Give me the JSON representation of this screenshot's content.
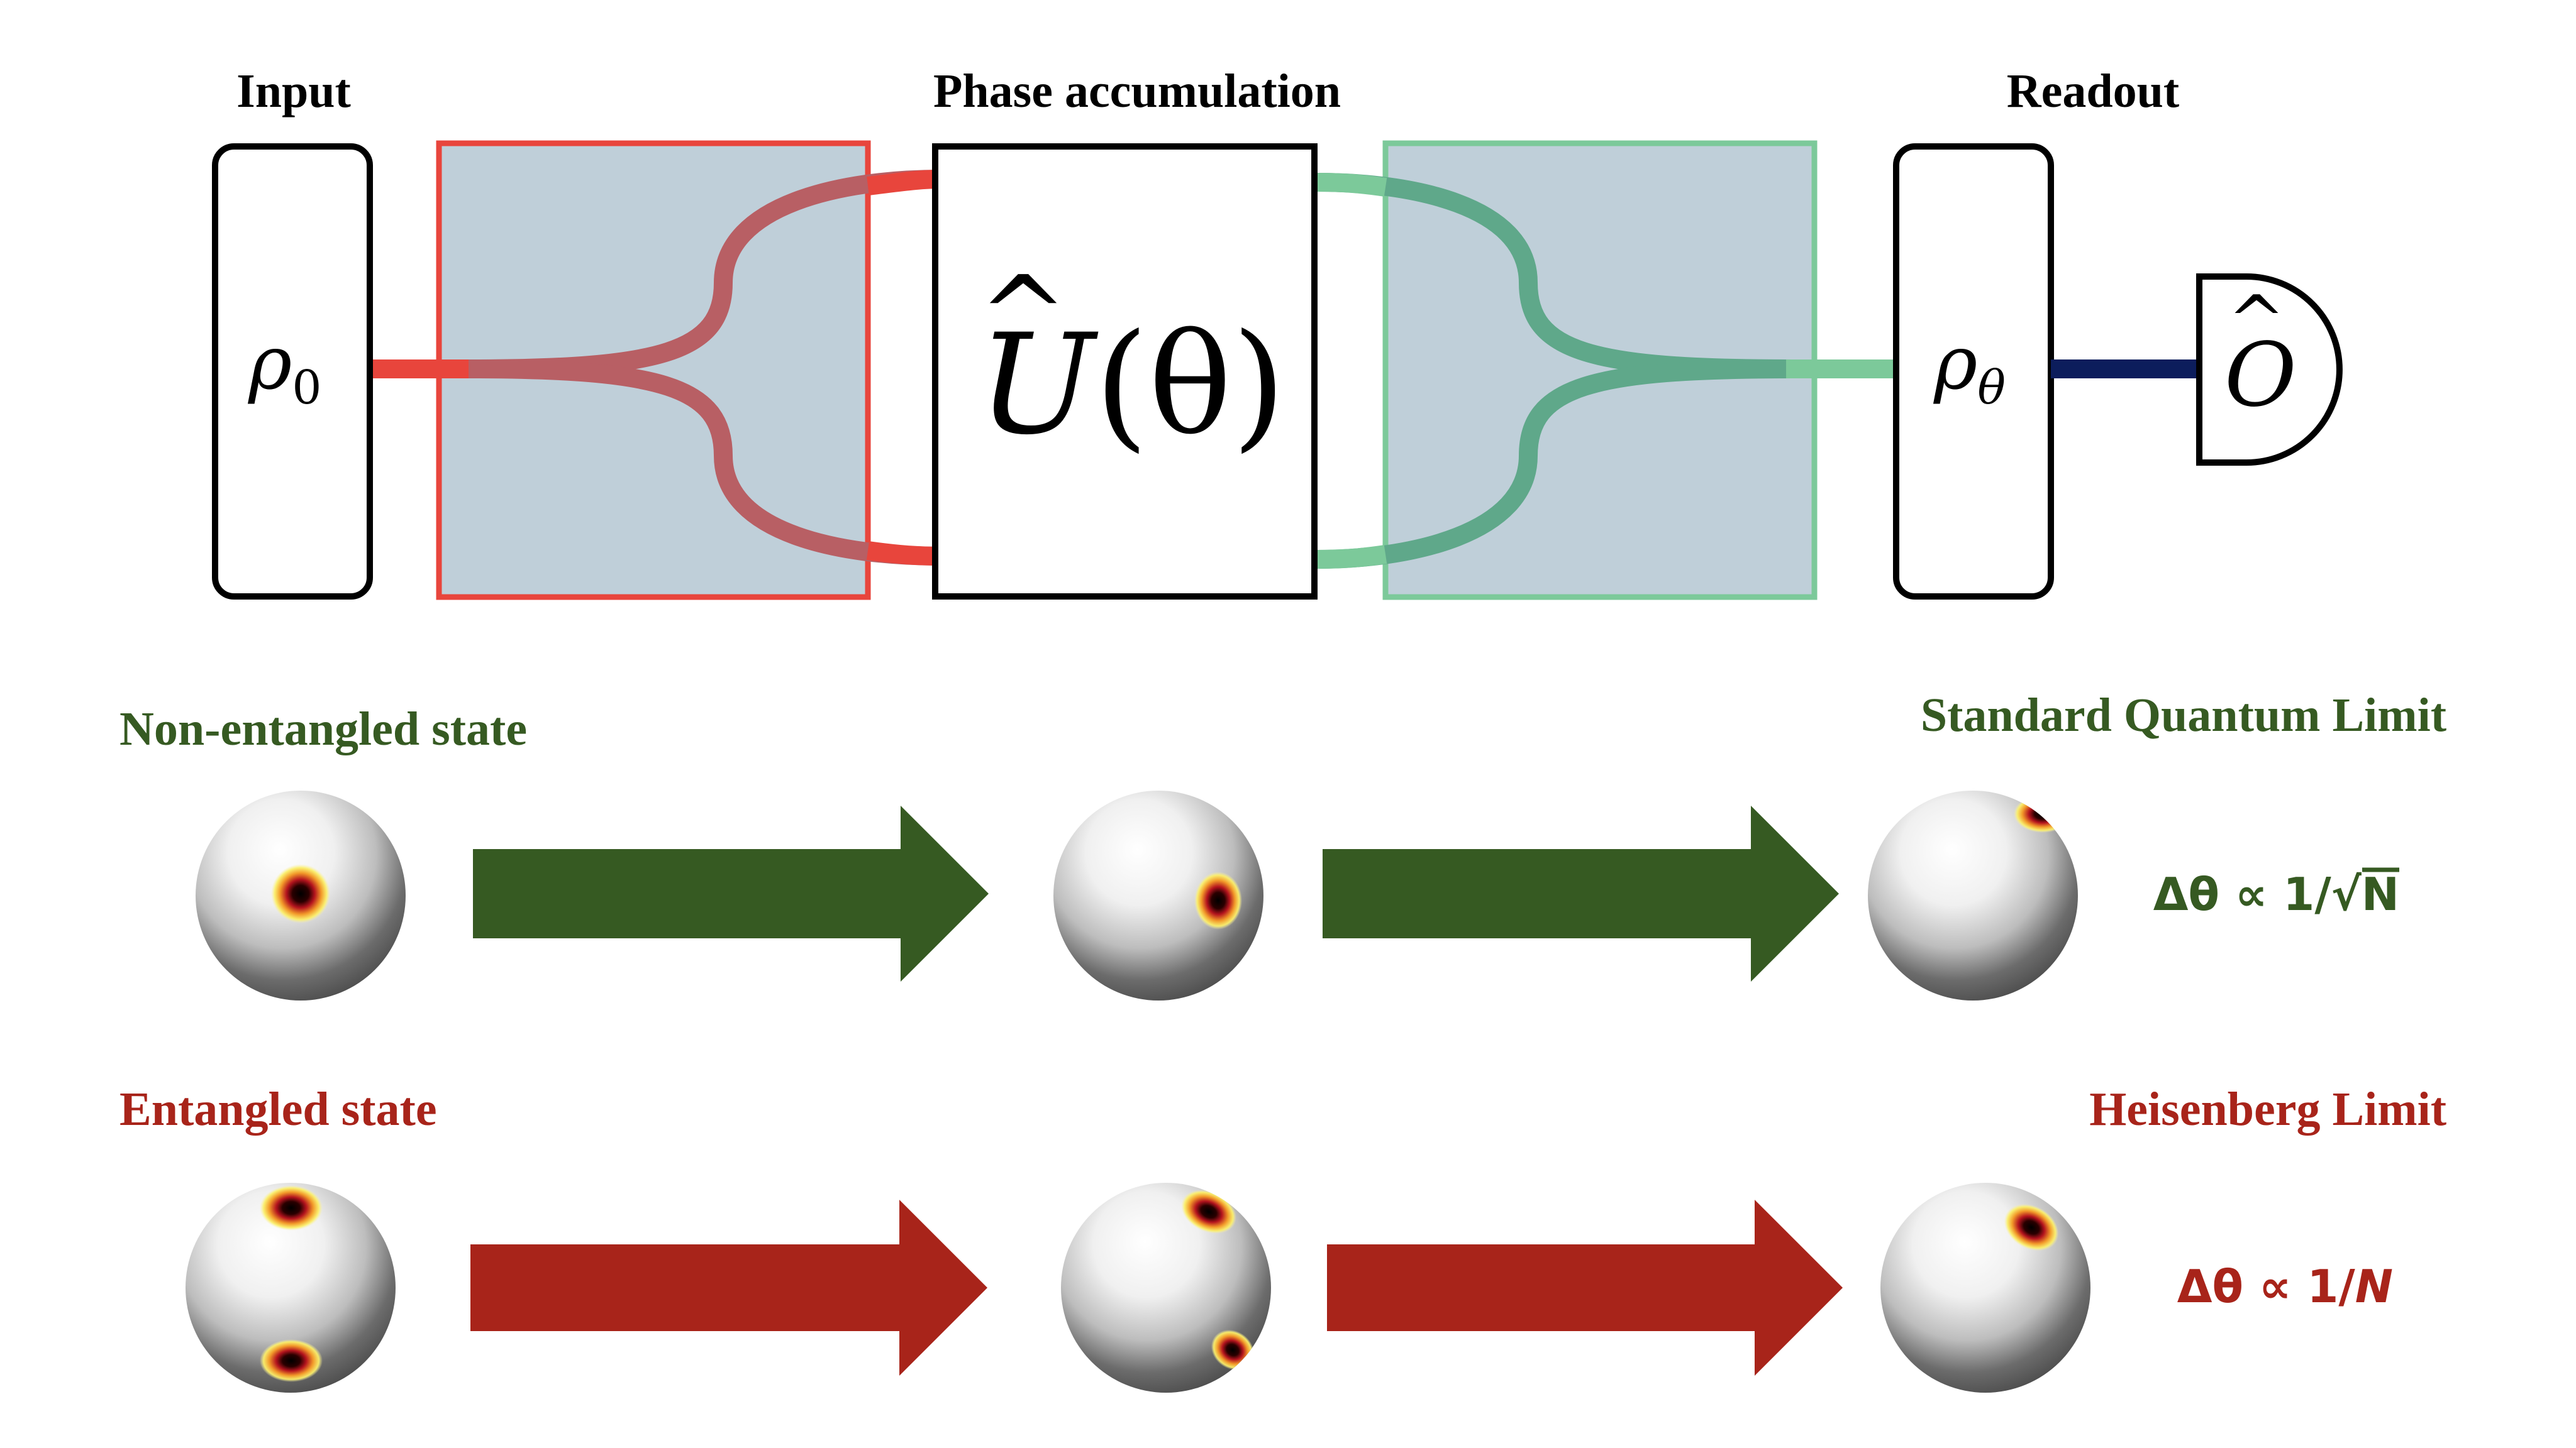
{
  "titles": {
    "input": "Input",
    "phase": "Phase accumulation",
    "readout": "Readout"
  },
  "symbols": {
    "rho": "ρ",
    "rho_in_sub": "0",
    "rho_out_sub": "θ",
    "unitary_op": "U",
    "unitary_hat": "^",
    "unitary_arg": "(θ)",
    "observable_op": "O",
    "observable_hat": "^"
  },
  "rows": {
    "non_entangled": {
      "label": "Non-entangled state",
      "limit": "Standard Quantum Limit",
      "formula_prefix": "Δθ ∝ 1/",
      "formula_root": "√",
      "formula_var": "N"
    },
    "entangled": {
      "label": "Entangled state",
      "limit": "Heisenberg Limit",
      "formula_prefix": "Δθ ∝ 1/",
      "formula_var": "N"
    }
  },
  "colors": {
    "input_splitter": "#e8453c",
    "output_splitter": "#7cc99a",
    "splitter_fill": "#bfcfd9",
    "red_path": "#b85f64",
    "green_path": "#5fa88a",
    "detector_link": "#0c1d5c",
    "non_entangled_green": "#365a22",
    "entangled_red": "#a8241a"
  },
  "icons": {
    "detector": "detector-icon",
    "sphere": "bloch-sphere-icon"
  }
}
